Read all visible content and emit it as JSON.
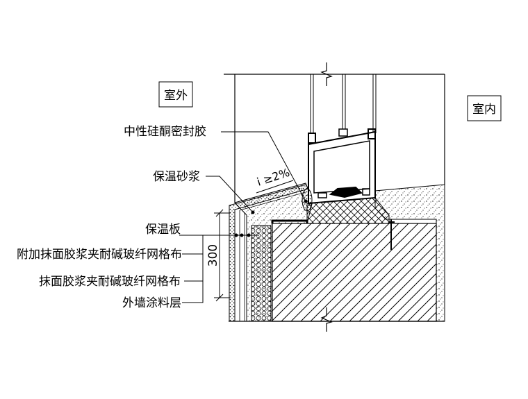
{
  "labels": {
    "outdoor": "室外",
    "indoor": "室内",
    "sealant": "中性硅酮密封胶",
    "mortar": "保温砂浆",
    "slope": "i ≥2%",
    "board": "保温板",
    "extra_mesh": "附加抹面胶浆夹耐碱玻纤网格布",
    "mesh": "抹面胶浆夹耐碱玻纤网格布",
    "coating": "外墙涂料层",
    "dimension": "300"
  }
}
